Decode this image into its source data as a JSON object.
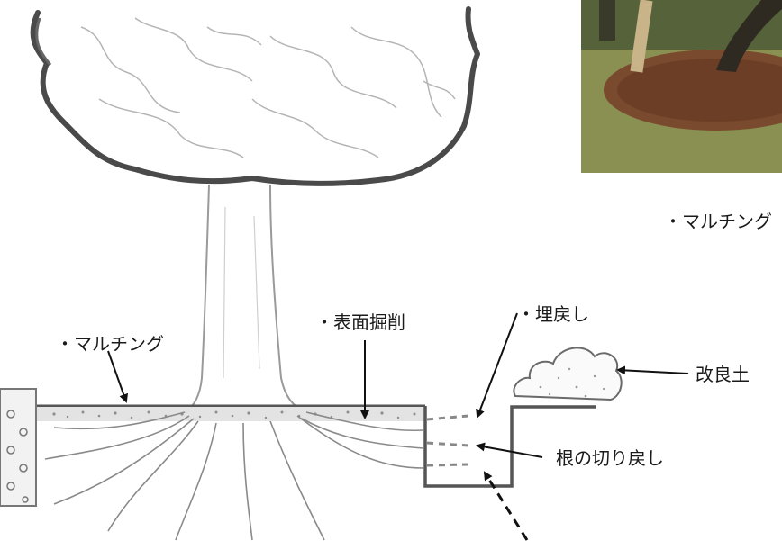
{
  "labels": {
    "mulching_caption": "・マルチング",
    "mulching": "・マルチング",
    "surface_excavation": "・表面掘削",
    "backfill": "・埋戻し",
    "improved_soil": "改良土",
    "root_cutback": "根の切り戻し"
  },
  "colors": {
    "line": "#555555",
    "canopy_outline": "#4a4a4a",
    "mulch_layer": "#b9b9b9",
    "photo_grass": "#8a8f52",
    "photo_mulch": "#7a4a2e"
  }
}
